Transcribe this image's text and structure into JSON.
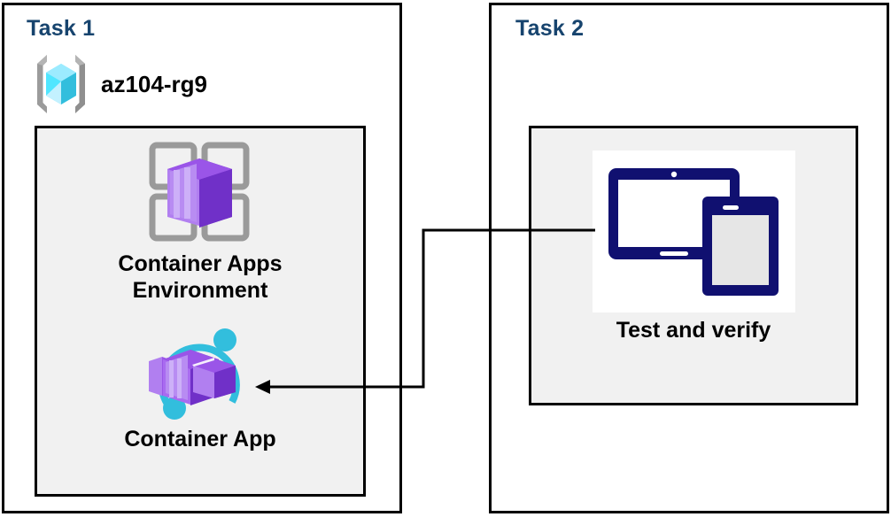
{
  "diagram": {
    "background": "#ffffff",
    "accent_blue": "#17446e",
    "panel_border": "#000000",
    "inner_fill": "#f1f1f1",
    "azure_purple": "#7a32d0",
    "azure_purple_light": "#9a5cf0",
    "azure_cyan": "#32bedd",
    "navy": "#101070",
    "gray_frame": "#9a9a9a"
  },
  "task1": {
    "title": "Task 1",
    "resource_group": {
      "label": "az104-rg9",
      "icon": "resource-group-icon"
    },
    "nodes": [
      {
        "label_line1": "Container Apps",
        "label_line2": "Environment",
        "icon": "container-apps-environment-icon"
      },
      {
        "label_line1": "Container App",
        "label_line2": "",
        "icon": "container-app-icon"
      }
    ]
  },
  "task2": {
    "title": "Task 2",
    "nodes": [
      {
        "label_line1": "Test and verify",
        "label_line2": "",
        "icon": "test-and-verify-devices-icon"
      }
    ]
  },
  "connector": {
    "name": "arrow-test-to-container-app",
    "direction": "right-to-left",
    "from": "Test and verify",
    "to": "Container App",
    "arrowhead": "left"
  }
}
